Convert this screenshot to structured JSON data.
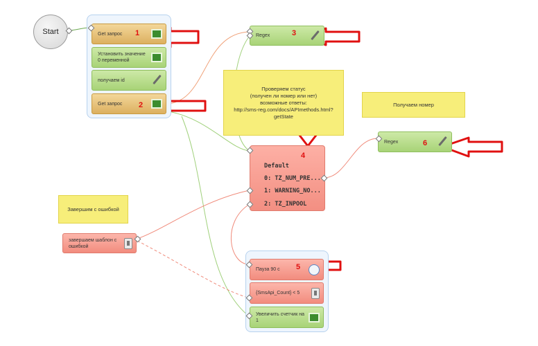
{
  "start": {
    "label": "Start"
  },
  "blocks": {
    "get_request_1": "Get запрос",
    "set_var": "Установить значение 0 переменной",
    "get_id": "получаем id",
    "get_request_2": "Get запрос",
    "regex_1": "Regex",
    "regex_2": "Regex",
    "fail_template": "завершаем шаблон с ошибкой",
    "pause": "Пауза 90 с",
    "counter_check": "{SmsApi_Count} < 5",
    "increment": "Увеличить счетчик на 1"
  },
  "switch": {
    "title": "Default",
    "cases": [
      "0: TZ_NUM_PRE...",
      "1: WARNING_NO...",
      "2: TZ_INPOOL"
    ]
  },
  "notes": {
    "check_status": "Проверяем статус\n(получен ли номер или нет)\nвозможные ответы:\nhttp://sms-reg.com/docs/APImethods.html?\ngetState",
    "get_number": "Получаем номер",
    "finish_error": "Завершим с ошибкой"
  },
  "markers": [
    "1",
    "2",
    "3",
    "4",
    "5",
    "6"
  ],
  "colors": {
    "arrow_red": "#e01010",
    "line_orange": "#f0a27a",
    "line_green": "#9fd07a",
    "line_red": "#f08a7a"
  }
}
